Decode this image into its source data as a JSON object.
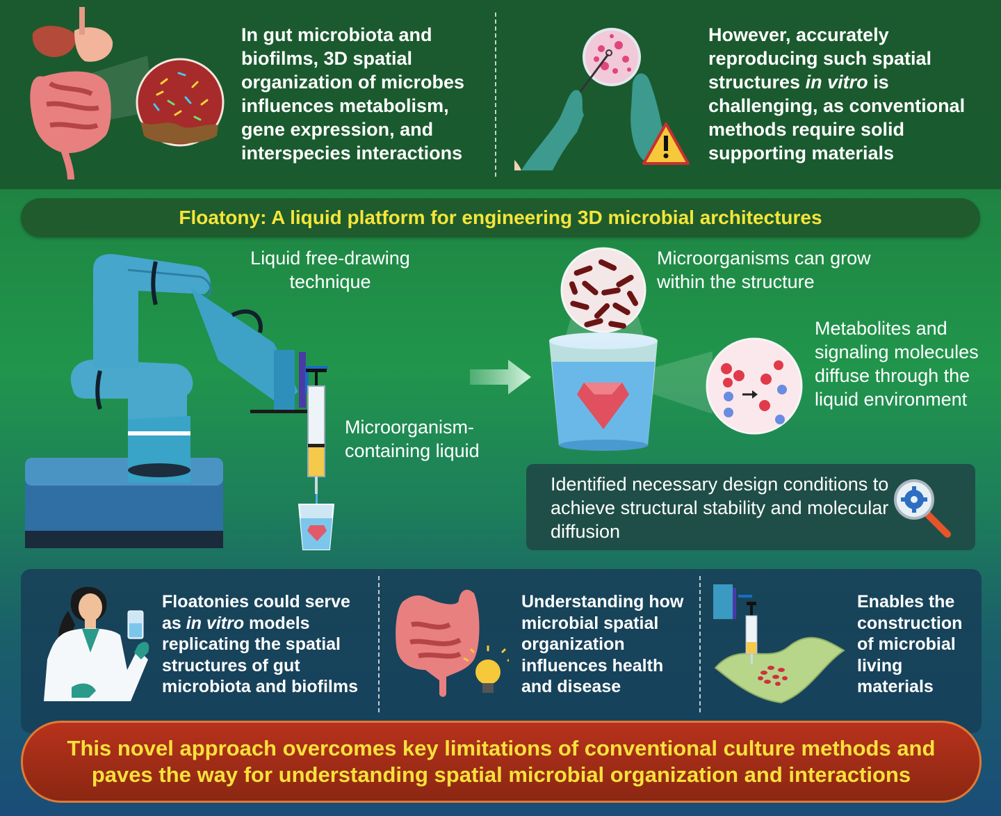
{
  "top": {
    "left_text": "In gut microbiota and biofilms, 3D spatial organization of microbes influences metabolism, gene expression, and interspecies interactions",
    "right_text_a": "However, accurately reproducing such spatial structures ",
    "right_text_italic": "in vitro",
    "right_text_b": " is challenging, as conventional methods require solid supporting materials"
  },
  "title": "Floatony: A liquid platform for engineering 3D microbial architectures",
  "middle": {
    "drawing_label": "Liquid free-drawing technique",
    "liquid_label": "Microorganism-containing liquid",
    "grow_label": "Microorganisms can grow within the structure",
    "diffuse_label": "Metabolites and signaling molecules diffuse through the liquid environment",
    "design_label": "Identified necessary design conditions to achieve structural stability and molecular diffusion"
  },
  "bottom": {
    "models_a": "Floatonies could serve as ",
    "models_italic": "in vitro",
    "models_b": " models replicating the spatial structures of gut microbiota and biofilms",
    "health_label": "Understanding how microbial spatial organization influences health and disease",
    "materials_label": "Enables the construction of microbial living materials"
  },
  "conclusion": {
    "line1": "This novel approach overcomes key limitations of conventional culture methods and",
    "line2": "paves the way for understanding spatial microbial organization and interactions"
  },
  "colors": {
    "title_yellow": "#f5e63a",
    "conclusion_red": "#b8321c",
    "robot_blue": "#3aa3c8"
  },
  "icons": [
    "intestine-icon",
    "magnifier-circle-icon",
    "petri-dish-icon",
    "gloved-hands-icon",
    "warning-icon",
    "robot-arm-icon",
    "syringe-icon",
    "cup-gem-icon",
    "bacteria-circle-icon",
    "molecules-circle-icon",
    "arrow-right-icon",
    "gear-magnifier-icon",
    "scientist-icon",
    "lightbulb-icon",
    "living-material-icon"
  ]
}
